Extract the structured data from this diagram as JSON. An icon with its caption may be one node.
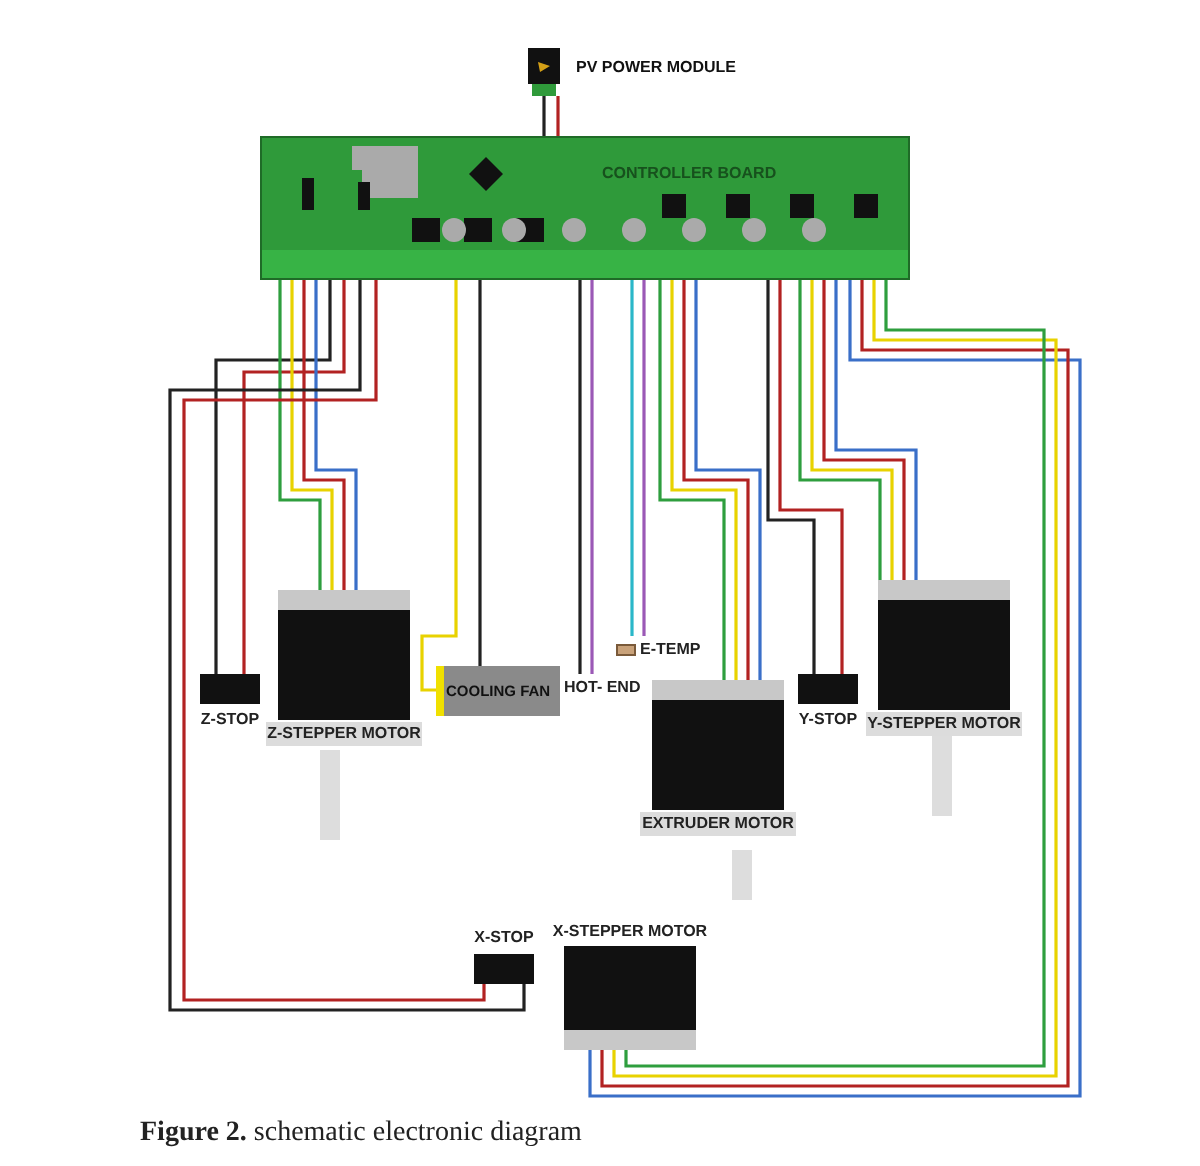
{
  "diagram": {
    "caption": "**Figure 2.** schematic electronic diagram",
    "nodes": [
      {
        "text": [
          "PV POWER MODULE"
        ]
      },
      {
        "text": [
          "CONTROLLER BOARD"
        ]
      },
      {
        "text": [
          "Z-STOP"
        ]
      },
      {
        "text": [
          "Z-STEPPER MOTOR"
        ]
      },
      {
        "text": [
          "COOLING FAN"
        ]
      },
      {
        "text": [
          "E-TEMP"
        ]
      },
      {
        "text": [
          "HOT- END"
        ]
      },
      {
        "text": [
          "EXTRUDER MOTOR"
        ]
      },
      {
        "text": [
          "Y-STOP"
        ]
      },
      {
        "text": [
          "Y-STEPPER MOTOR"
        ]
      },
      {
        "text": [
          "X-STOP"
        ]
      },
      {
        "text": [
          "X-STEPPER MOTOR"
        ]
      }
    ],
    "edges": [
      {
        "from": 0,
        "to": 1,
        "arrow": "none",
        "color": "#222222"
      },
      {
        "from": 0,
        "to": 1,
        "arrow": "none",
        "color": "#b22222"
      },
      {
        "from": 1,
        "to": 2,
        "arrow": "none",
        "color": "#222222"
      },
      {
        "from": 1,
        "to": 2,
        "arrow": "none",
        "color": "#b22222"
      },
      {
        "from": 1,
        "to": 3,
        "arrow": "none",
        "color": "#2e9e3e"
      },
      {
        "from": 1,
        "to": 3,
        "arrow": "none",
        "color": "#e8d200"
      },
      {
        "from": 1,
        "to": 3,
        "arrow": "none",
        "color": "#b22222"
      },
      {
        "from": 1,
        "to": 3,
        "arrow": "none",
        "color": "#3a6fc8"
      },
      {
        "from": 1,
        "to": 4,
        "arrow": "none",
        "color": "#e8d200"
      },
      {
        "from": 1,
        "to": 4,
        "arrow": "none",
        "color": "#222222"
      },
      {
        "from": 1,
        "to": 5,
        "arrow": "none",
        "color": "#2ab7c9"
      },
      {
        "from": 1,
        "to": 5,
        "arrow": "none",
        "color": "#9b59b6"
      },
      {
        "from": 1,
        "to": 6,
        "arrow": "none",
        "color": "#222222"
      },
      {
        "from": 1,
        "to": 6,
        "arrow": "none",
        "color": "#9b59b6"
      },
      {
        "from": 1,
        "to": 7,
        "arrow": "none",
        "color": "#2e9e3e"
      },
      {
        "from": 1,
        "to": 7,
        "arrow": "none",
        "color": "#e8d200"
      },
      {
        "from": 1,
        "to": 7,
        "arrow": "none",
        "color": "#b22222"
      },
      {
        "from": 1,
        "to": 7,
        "arrow": "none",
        "color": "#3a6fc8"
      },
      {
        "from": 1,
        "to": 8,
        "arrow": "none",
        "color": "#222222"
      },
      {
        "from": 1,
        "to": 8,
        "arrow": "none",
        "color": "#b22222"
      },
      {
        "from": 1,
        "to": 9,
        "arrow": "none",
        "color": "#2e9e3e"
      },
      {
        "from": 1,
        "to": 9,
        "arrow": "none",
        "color": "#e8d200"
      },
      {
        "from": 1,
        "to": 9,
        "arrow": "none",
        "color": "#b22222"
      },
      {
        "from": 1,
        "to": 9,
        "arrow": "none",
        "color": "#3a6fc8"
      },
      {
        "from": 1,
        "to": 10,
        "arrow": "none",
        "color": "#222222"
      },
      {
        "from": 1,
        "to": 10,
        "arrow": "none",
        "color": "#b22222"
      },
      {
        "from": 1,
        "to": 11,
        "arrow": "none",
        "color": "#3a6fc8"
      },
      {
        "from": 1,
        "to": 11,
        "arrow": "none",
        "color": "#b22222"
      },
      {
        "from": 1,
        "to": 11,
        "arrow": "none",
        "color": "#e8d200"
      },
      {
        "from": 1,
        "to": 11,
        "arrow": "none",
        "color": "#2e9e3e"
      }
    ]
  }
}
